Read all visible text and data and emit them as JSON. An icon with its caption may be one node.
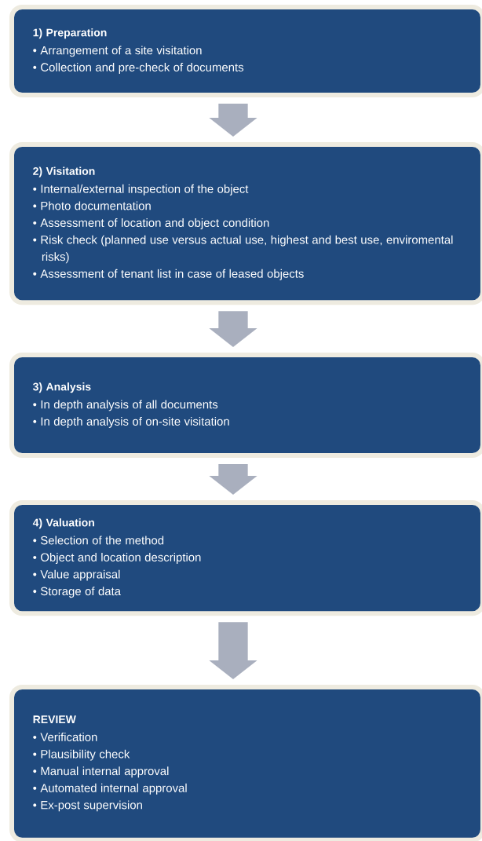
{
  "diagram": {
    "nodes": [
      {
        "text": [
          "1) Preparation",
          "• Arrangement of a site visitation",
          "• Collection and pre-check of documents"
        ]
      },
      {
        "text": [
          "2) Visitation",
          "• Internal/external inspection of the object",
          "• Photo documentation",
          "• Assessment of location and object condition",
          "• Risk check (planned use versus actual use, highest and best use, enviromental risks)",
          "• Assessment of  tenant list in case of leased  objects"
        ]
      },
      {
        "text": [
          "3) Analysis",
          "• In depth analysis of all documents",
          "• In depth analysis of on-site visitation"
        ]
      },
      {
        "text": [
          "4) Valuation",
          "• Selection of the method",
          "• Object and location description",
          "• Value appraisal",
          "• Storage of data"
        ]
      },
      {
        "text": [
          "REVIEW",
          "• Verification",
          "• Plausibility check",
          "• Manual internal approval",
          "• Automated internal approval",
          "• Ex-post supervision"
        ]
      }
    ],
    "edges": [
      {
        "from": 0,
        "to": 1,
        "arrow": "to"
      },
      {
        "from": 1,
        "to": 2,
        "arrow": "to"
      },
      {
        "from": 2,
        "to": 3,
        "arrow": "to"
      },
      {
        "from": 3,
        "to": 4,
        "arrow": "to"
      }
    ]
  }
}
